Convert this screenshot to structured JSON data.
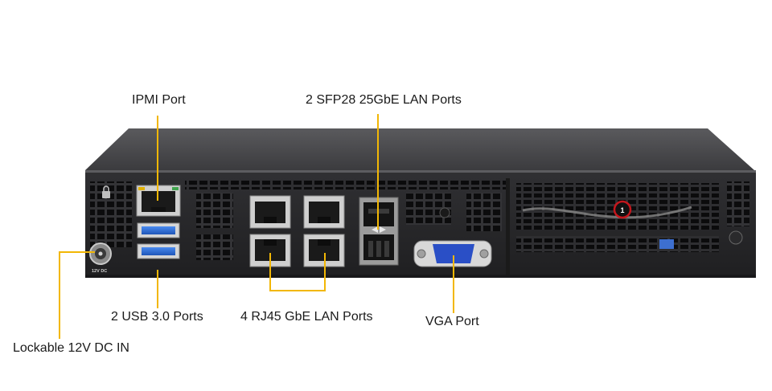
{
  "labels": {
    "ipmi": "IPMI Port",
    "sfp": "2 SFP28 25GbE LAN Ports",
    "usb": "2 USB 3.0 Ports",
    "rj45": "4 RJ45 GbE LAN Ports",
    "vga": "VGA Port",
    "dc": "Lockable 12V DC IN"
  },
  "chassis_print": {
    "dc_marking": "12V DC",
    "slot_badge": "1"
  },
  "colors": {
    "leader": "#f2b705",
    "chassis_dark": "#2b2b2e",
    "chassis_top": "#4a4a4d",
    "usb_blue": "#2e6fd8",
    "vga_blue": "#2a4fc6",
    "badge_red": "#c4161c"
  }
}
